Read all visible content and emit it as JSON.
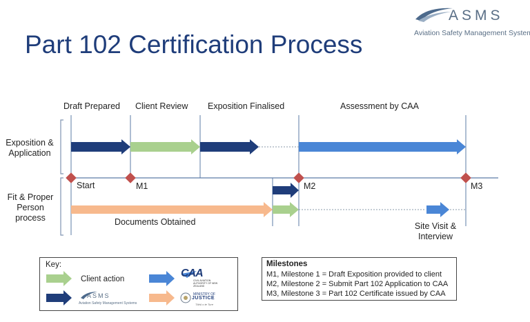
{
  "title": "Part 102 Certification Process",
  "logo": {
    "word": "ASMS",
    "tagline": "Aviation Safety Management Systems"
  },
  "phases": [
    "Draft Prepared",
    "Client Review",
    "Exposition Finalised",
    "Assessment by CAA"
  ],
  "rows": {
    "exposition": "Exposition & Application",
    "fit_proper": "Fit & Proper Person process"
  },
  "milestones": [
    "Start",
    "M1",
    "M2",
    "M3"
  ],
  "annotations": {
    "documents": "Documents Obtained",
    "site_visit": "Site Visit & Interview"
  },
  "key": {
    "title": "Key:",
    "client_action": "Client action",
    "asms_word": "ASMS",
    "asms_tagline": "Aviation Safety Management Systems",
    "caa_word": "CAA",
    "caa_sub": "CIVIL AVIATION AUTHORITY OF NEW ZEALAND",
    "moj_line1": "MINISTRY OF",
    "moj_line2": "JUSTICE",
    "moj_sub": "Tāhū o te Ture"
  },
  "milestone_box": {
    "title": "Milestones",
    "lines": [
      "M1, Milestone 1 = Draft Exposition provided to client",
      "M2, Milestone 2 = Submit Part 102 Application to CAA",
      "M3, Milestone 3 = Part 102 Certificate issued by CAA"
    ]
  },
  "colors": {
    "title": "#1f3d7a",
    "asms_arrow": "#1f3d7a",
    "client_arrow": "#a9d08e",
    "caa_arrow": "#4a86d6",
    "moj_arrow": "#f7b98d",
    "milestone": "#c0504d",
    "grid": "#5b7ba6"
  }
}
